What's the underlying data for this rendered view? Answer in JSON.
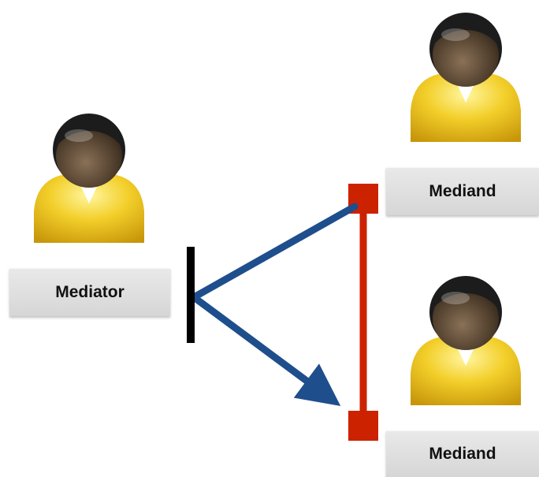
{
  "mediator": {
    "label": "Mediator"
  },
  "mediands": [
    {
      "label": "Mediand"
    },
    {
      "label": "Mediand"
    }
  ],
  "colors": {
    "arrow": "#1f4e8c",
    "link": "#cc2200",
    "bar": "#000000",
    "shirt": "#f2c21a",
    "head": "#4a3a28",
    "hair": "#1c1c1c",
    "label_bg": "#dcdcdc"
  },
  "icons": [
    "person-icon"
  ]
}
